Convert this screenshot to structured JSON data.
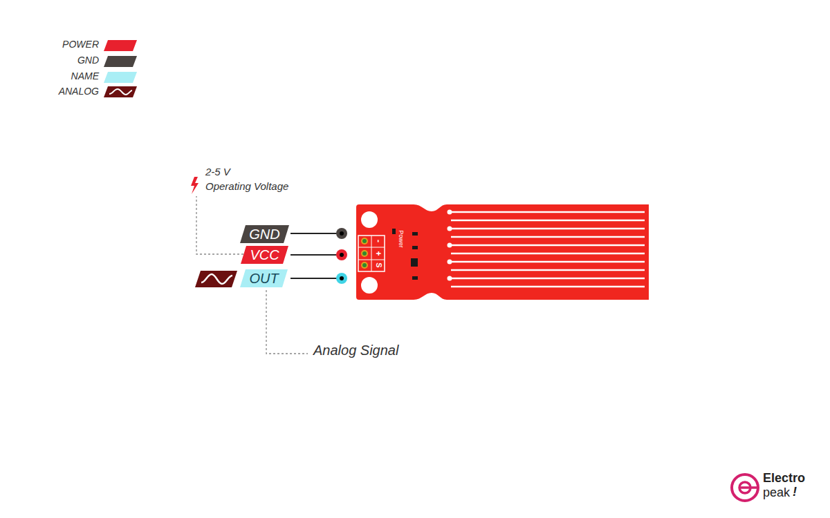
{
  "diagram": {
    "nodes": [
      {
        "text": [
          "GND"
        ]
      },
      {
        "text": [
          "VCC"
        ]
      },
      {
        "text": [
          "OUT"
        ]
      }
    ],
    "labels": [
      "2-5 V",
      "Operating Voltage",
      "Analog Signal",
      "Power",
      "-",
      "+",
      "S",
      "Electro",
      "peak",
      "!"
    ],
    "legend": [
      {
        "text": "POWER",
        "color": "#e8212e"
      },
      {
        "text": "GND",
        "color": "#4a4441"
      },
      {
        "text": "NAME",
        "color": "#a9eef5"
      },
      {
        "text": "ANALOG"
      }
    ]
  }
}
